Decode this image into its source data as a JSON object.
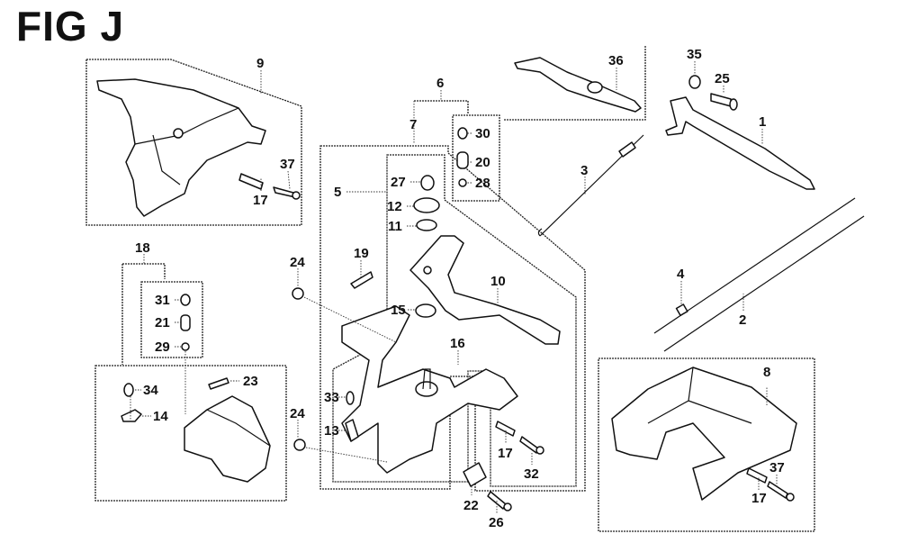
{
  "figure": {
    "title": "FIG J"
  },
  "callouts": [
    {
      "id": "c9",
      "text": "9"
    },
    {
      "id": "c37a",
      "text": "37"
    },
    {
      "id": "c17a",
      "text": "17"
    },
    {
      "id": "c6",
      "text": "6"
    },
    {
      "id": "c7",
      "text": "7"
    },
    {
      "id": "c30",
      "text": "30"
    },
    {
      "id": "c20",
      "text": "20"
    },
    {
      "id": "c28",
      "text": "28"
    },
    {
      "id": "c5",
      "text": "5"
    },
    {
      "id": "c27",
      "text": "27"
    },
    {
      "id": "c12",
      "text": "12"
    },
    {
      "id": "c11",
      "text": "11"
    },
    {
      "id": "c19",
      "text": "19"
    },
    {
      "id": "c10",
      "text": "10"
    },
    {
      "id": "c15",
      "text": "15"
    },
    {
      "id": "c16",
      "text": "16"
    },
    {
      "id": "c24a",
      "text": "24"
    },
    {
      "id": "c24b",
      "text": "24"
    },
    {
      "id": "c33",
      "text": "33"
    },
    {
      "id": "c13",
      "text": "13"
    },
    {
      "id": "c17b",
      "text": "17"
    },
    {
      "id": "c32",
      "text": "32"
    },
    {
      "id": "c22",
      "text": "22"
    },
    {
      "id": "c26",
      "text": "26"
    },
    {
      "id": "c36",
      "text": "36"
    },
    {
      "id": "c35",
      "text": "35"
    },
    {
      "id": "c25",
      "text": "25"
    },
    {
      "id": "c1",
      "text": "1"
    },
    {
      "id": "c3",
      "text": "3"
    },
    {
      "id": "c4",
      "text": "4"
    },
    {
      "id": "c2",
      "text": "2"
    },
    {
      "id": "c8",
      "text": "8"
    },
    {
      "id": "c37b",
      "text": "37"
    },
    {
      "id": "c17c",
      "text": "17"
    },
    {
      "id": "c18",
      "text": "18"
    },
    {
      "id": "c31",
      "text": "31"
    },
    {
      "id": "c21",
      "text": "21"
    },
    {
      "id": "c29",
      "text": "29"
    },
    {
      "id": "c34",
      "text": "34"
    },
    {
      "id": "c14",
      "text": "14"
    },
    {
      "id": "c23",
      "text": "23"
    }
  ]
}
